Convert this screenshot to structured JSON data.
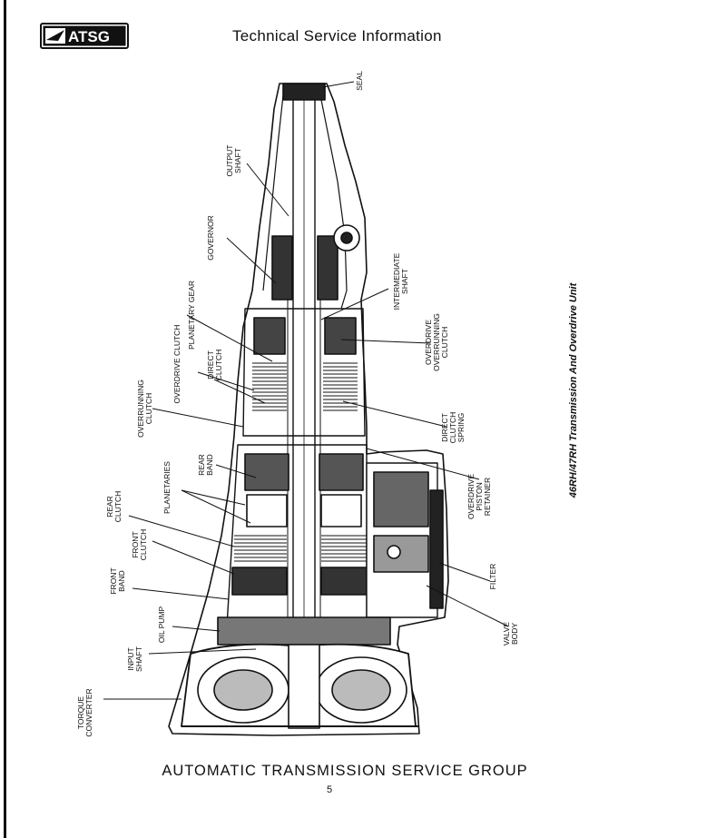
{
  "header": {
    "logo_text": "ATSG",
    "title": "Technical Service Information"
  },
  "side_caption": "46RH/47RH Transmission And Overdrive Unit",
  "labels": {
    "seal": [
      "SEAL"
    ],
    "output_shaft": [
      "OUTPUT",
      "SHAFT"
    ],
    "governor": [
      "GOVERNOR"
    ],
    "intermediate_shaft": [
      "INTERMEDIATE",
      "SHAFT"
    ],
    "planetary_gear": [
      "PLANETARY GEAR"
    ],
    "overdrive_clutch": [
      "OVERDRIVE CLUTCH"
    ],
    "direct_clutch": [
      "DIRECT",
      "CLUTCH"
    ],
    "overdrive_overrunning_clutch": [
      "OVERDRIVE",
      "OVERRUNNING",
      "CLUTCH"
    ],
    "overrunning_clutch": [
      "OVERRUNNING",
      "CLUTCH"
    ],
    "direct_clutch_spring": [
      "DIRECT",
      "CLUTCH",
      "SPRING"
    ],
    "rear_band": [
      "REAR",
      "BAND"
    ],
    "planetaries": [
      "PLANETARIES"
    ],
    "overdrive_piston_retainer": [
      "OVERDRIVE",
      "PISTON",
      "RETAINER"
    ],
    "rear_clutch": [
      "REAR",
      "CLUTCH"
    ],
    "front_clutch": [
      "FRONT",
      "CLUTCH"
    ],
    "filter": [
      "FILTER"
    ],
    "front_band": [
      "FRONT",
      "BAND"
    ],
    "oil_pump": [
      "OIL PUMP"
    ],
    "valve_body": [
      "VALVE",
      "BODY"
    ],
    "input_shaft": [
      "INPUT",
      "SHAFT"
    ],
    "torque_converter": [
      "TORQUE",
      "CONVERTER"
    ]
  },
  "footer": {
    "title": "AUTOMATIC TRANSMISSION SERVICE GROUP",
    "page_number": "5"
  }
}
